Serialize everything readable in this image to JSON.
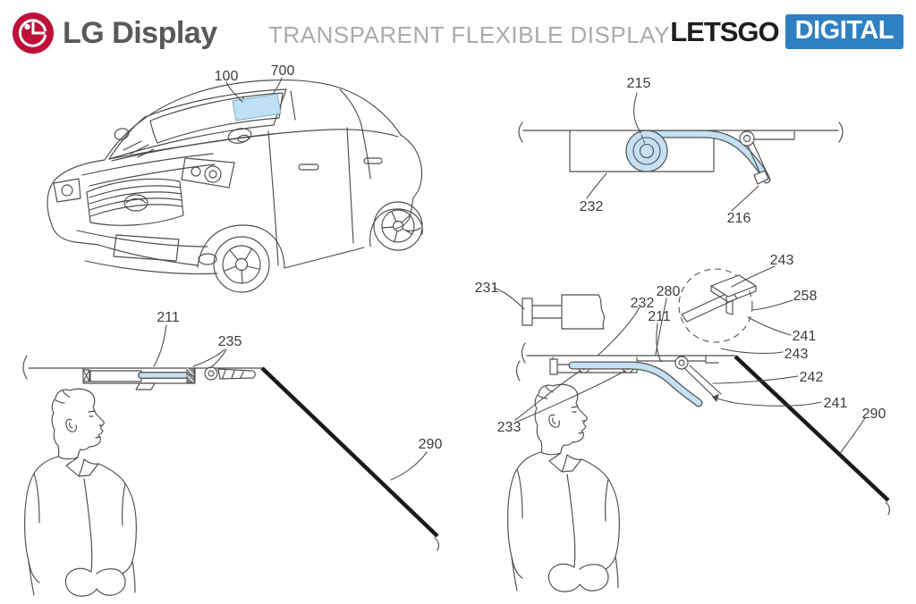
{
  "header": {
    "logo_text": "LG Display",
    "title": "TRANSPARENT FLEXIBLE DISPLAY",
    "brand": {
      "letsgo": "LETSGO",
      "digital": "DIGITAL"
    }
  },
  "labels": {
    "car": {
      "n100": "100",
      "n700": "700"
    },
    "roller": {
      "n215": "215",
      "n232": "232",
      "n216": "216"
    },
    "mech": {
      "n231": "231",
      "n232": "232",
      "n280": "280",
      "n211": "211",
      "n243a": "243",
      "n258": "258",
      "n241a": "241",
      "n243b": "243",
      "n242": "242",
      "n241b": "241",
      "n290": "290",
      "n233": "233"
    },
    "cabin": {
      "n211": "211",
      "n235": "235",
      "n290": "290"
    }
  },
  "colors": {
    "lg_red": "#c01038",
    "logo_text_gray": "#58595b",
    "title_gray": "#a9abae",
    "digital_blue": "#2e80c2",
    "display_highlight_blue": "#c3e1f3",
    "line_art": "#4d4d4d"
  }
}
